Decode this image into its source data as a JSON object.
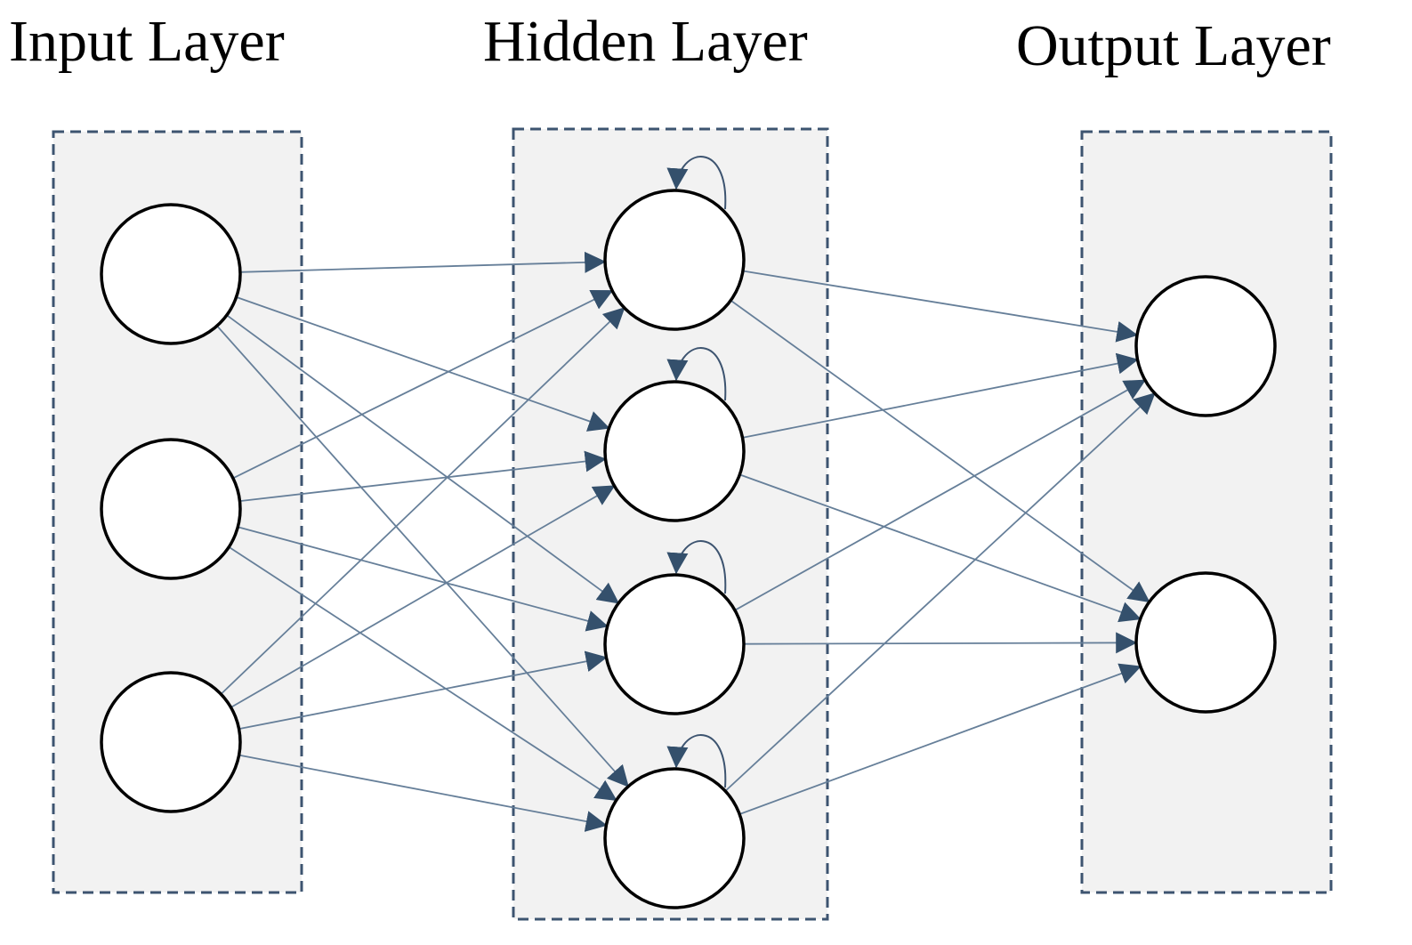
{
  "layers": [
    {
      "id": "input",
      "title": "Input Layer",
      "neuron_count": 3,
      "self_loops": false
    },
    {
      "id": "hidden",
      "title": "Hidden Layer",
      "neuron_count": 4,
      "self_loops": true
    },
    {
      "id": "output",
      "title": "Output Layer",
      "neuron_count": 2,
      "self_loops": false
    }
  ],
  "connectivity": "fully-connected",
  "colors": {
    "background": "#ffffff",
    "layer_fill": "#f2f2f2",
    "layer_border": "#3d5470",
    "edge": "#667f99",
    "arrowhead": "#34506c",
    "neuron_fill": "#ffffff",
    "neuron_stroke": "#000000",
    "text": "#000000"
  }
}
